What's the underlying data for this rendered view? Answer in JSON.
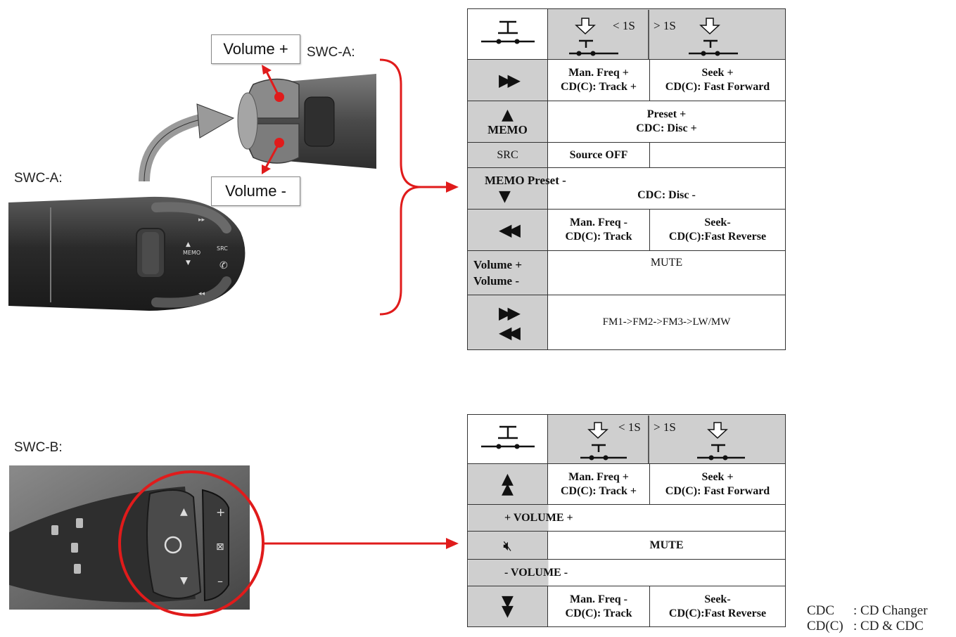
{
  "labels": {
    "swc_a_main": "SWC-A:",
    "swc_a_zoom": "SWC-A:",
    "swc_b": "SWC-B:",
    "volume_plus": "Volume +",
    "volume_minus": "Volume -"
  },
  "stalk_a": {
    "memo": "MEMO",
    "src": "SRC"
  },
  "table_a": {
    "header": {
      "short_press": "< 1S",
      "long_press": "> 1S"
    },
    "rows": [
      {
        "icon": "fast-forward-icon",
        "short": [
          "Man. Freq +",
          "CD(C): Track +"
        ],
        "long": [
          "Seek +",
          "CD(C): Fast Forward"
        ]
      },
      {
        "icon": "memo-up-icon",
        "icon_text": "MEMO",
        "merged": [
          "Preset +",
          "CDC: Disc +"
        ]
      },
      {
        "icon_text": "SRC",
        "short": [
          "Source OFF"
        ],
        "long": []
      },
      {
        "icon": "memo-down-icon",
        "icon_text": "MEMO Preset -",
        "merged": [
          "CDC: Disc -"
        ]
      },
      {
        "icon": "rewind-icon",
        "short": [
          "Man. Freq -",
          "CD(C): Track"
        ],
        "long": [
          "Seek-",
          "CD(C):Fast Reverse"
        ]
      },
      {
        "icon_text": [
          "Volume +",
          "Volume -"
        ],
        "merged": [
          "MUTE"
        ]
      },
      {
        "icon": "ff-rew-icon",
        "merged": [
          "FM1->FM2->FM3->LW/MW"
        ]
      }
    ]
  },
  "table_b": {
    "header": {
      "short_press": "< 1S",
      "long_press": "> 1S"
    },
    "rows": [
      {
        "icon": "up-arrows-icon",
        "short": [
          "Man. Freq +",
          "CD(C): Track +"
        ],
        "long": [
          "Seek +",
          "CD(C): Fast Forward"
        ]
      },
      {
        "merged": [
          "+ VOLUME +"
        ]
      },
      {
        "icon": "mute-icon",
        "merged": [
          "MUTE"
        ]
      },
      {
        "merged": [
          "- VOLUME -"
        ]
      },
      {
        "icon": "down-arrows-icon",
        "short": [
          "Man. Freq -",
          "CD(C): Track"
        ],
        "long": [
          "Seek-",
          "CD(C):Fast Reverse"
        ]
      }
    ]
  },
  "legend": [
    {
      "abbr": "CDC",
      "meaning": ": CD Changer"
    },
    {
      "abbr": "CD(C)",
      "meaning": ": CD & CDC"
    }
  ],
  "colors": {
    "accent_red": "#e01b1b",
    "table_header_gray": "#cfcfcf",
    "photo_dark": "#2b2b2b"
  }
}
